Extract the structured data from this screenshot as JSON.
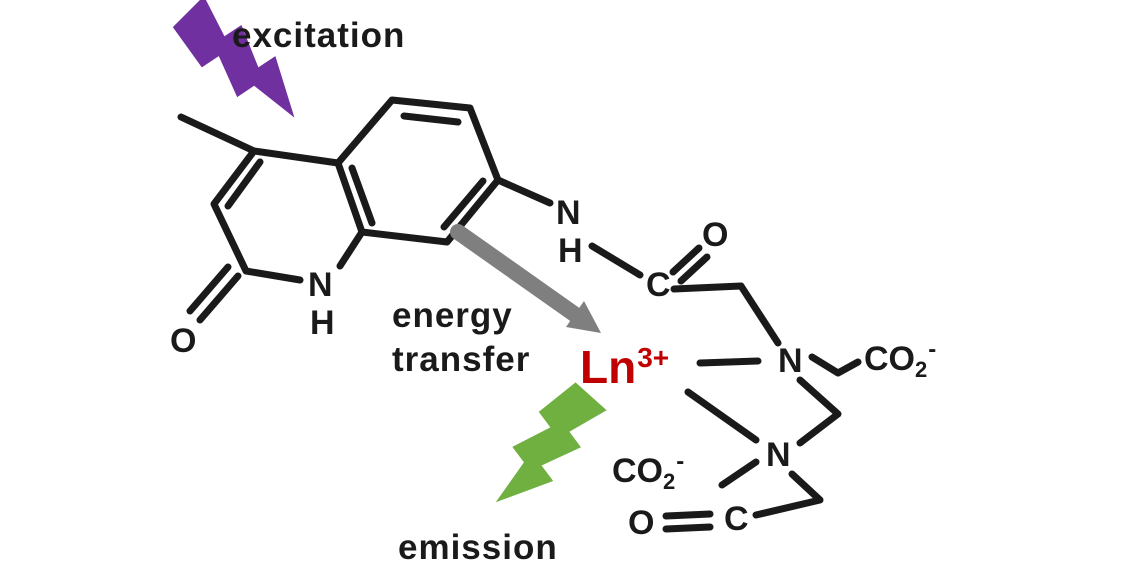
{
  "colors": {
    "bond": "#1a1a1a",
    "excitation_bolt": "#7030a0",
    "emission_bolt": "#6fb040",
    "energy_transfer_arrow": "#7f7f7f",
    "lanthanide_text": "#c00000"
  },
  "labels": {
    "excitation": "excitation",
    "energy_transfer": {
      "line1": "energy",
      "line2": "transfer"
    },
    "emission": "emission"
  },
  "lanthanide": {
    "symbol": "Ln",
    "charge": "3+"
  },
  "atoms": {
    "quinolinone_nh": {
      "n": "N",
      "h": "H"
    },
    "quinolinone_carbonyl_o": "O",
    "amide_nh": {
      "n": "N",
      "h": "H"
    },
    "amide_carbonyl": {
      "c": "C",
      "o": "O"
    },
    "chelate_n_top": "N",
    "chelate_n_bottom": "N",
    "carboxylate_top": {
      "base": "CO",
      "subscript": "2",
      "superscript": "-"
    },
    "carboxylate_bottom": {
      "base": "CO",
      "subscript": "2",
      "superscript": "-"
    },
    "bottom_carbonyl": {
      "o": "O",
      "c": "C"
    }
  }
}
